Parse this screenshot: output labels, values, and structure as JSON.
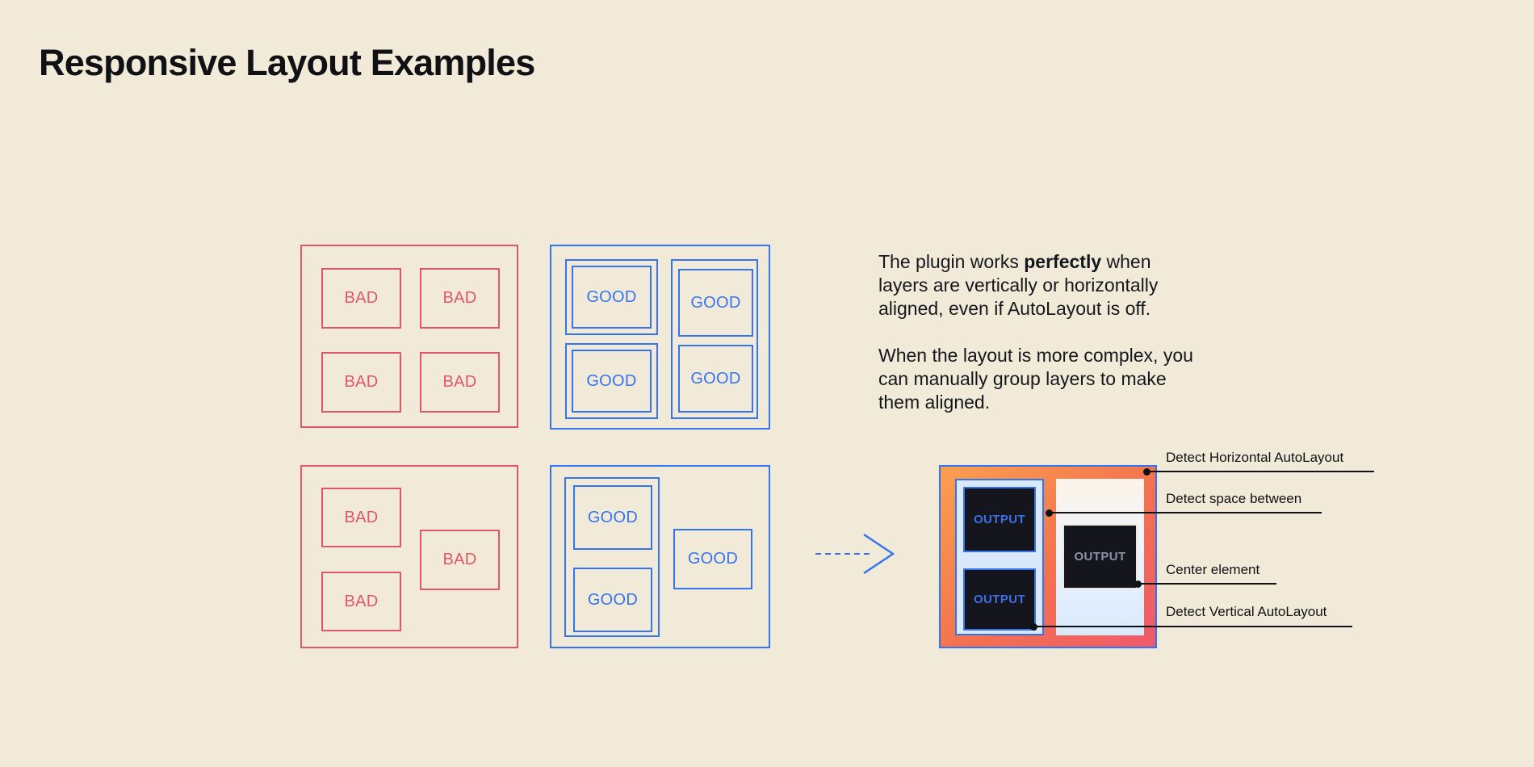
{
  "title": "Responsive Layout Examples",
  "labels": {
    "bad": "BAD",
    "good": "GOOD",
    "output": "OUTPUT"
  },
  "description": {
    "p1_before": "The plugin works ",
    "p1_bold": "perfectly",
    "p1_after": " when",
    "p1_line2": "layers are vertically or horizontally",
    "p1_line3": "aligned, even if AutoLayout is off.",
    "p2_line1": "When the layout is more complex, you",
    "p2_line2": "can manually group layers to make",
    "p2_line3": "them aligned."
  },
  "annotations": [
    {
      "label": "Detect Horizontal AutoLayout"
    },
    {
      "label": "Detect space between"
    },
    {
      "label": "Center element"
    },
    {
      "label": "Detect Vertical AutoLayout"
    }
  ],
  "colors": {
    "background": "#f2ead9",
    "bad": "#e25768",
    "good": "#3574f0",
    "result_gradient_start": "#f9a04f",
    "result_gradient_end": "#ee5a6b",
    "output_background": "#15151d",
    "ink": "#101114"
  }
}
